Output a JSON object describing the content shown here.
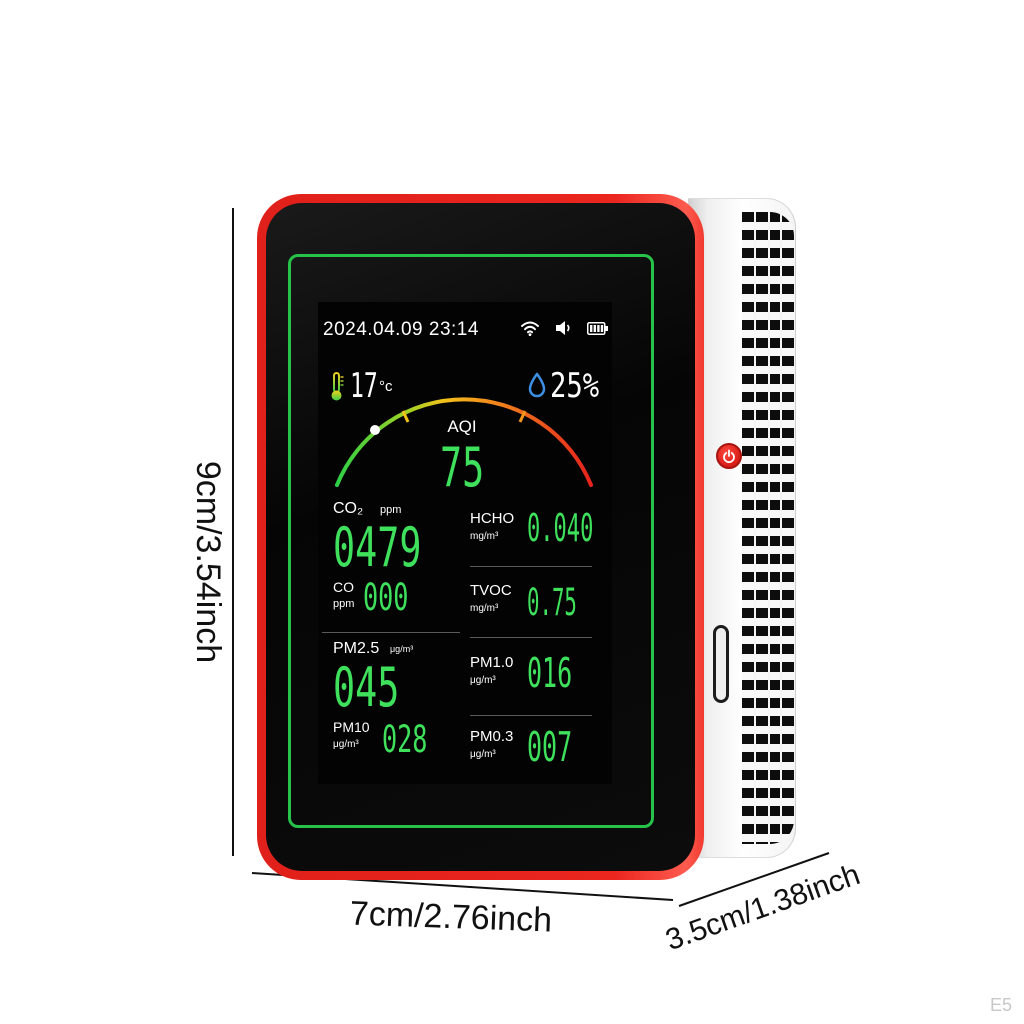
{
  "dimensions": {
    "height": "9cm/3.54inch",
    "width": "7cm/2.76inch",
    "depth": "3.5cm/1.38inch"
  },
  "watermark": "E5",
  "colors": {
    "frame_red": "#e0201a",
    "display_green": "#3ee05c",
    "ring_green": "#27c24a",
    "humidity_blue": "#3d8fe6",
    "power_button_red": "#d81c16"
  },
  "side_controls": {
    "power_button_icon": "power-icon",
    "port": "usb-c-port"
  },
  "screen": {
    "datetime": "2024.04.09 23:14",
    "status_icons": [
      "wifi-icon",
      "speaker-icon",
      "battery-icon"
    ],
    "temperature": {
      "icon": "thermometer-icon",
      "value": "17",
      "unit": "°c"
    },
    "humidity": {
      "icon": "droplet-icon",
      "value": "25%"
    },
    "aqi": {
      "label": "AQI",
      "value": "75"
    },
    "readings": {
      "co2": {
        "label": "CO₂",
        "unit": "ppm",
        "value": "0479"
      },
      "co": {
        "label": "CO",
        "unit": "ppm",
        "value": "000"
      },
      "pm25": {
        "label": "PM2.5",
        "unit": "μg/m³",
        "value": "045"
      },
      "pm10": {
        "label": "PM10",
        "unit": "μg/m³",
        "value": "028"
      },
      "hcho": {
        "label": "HCHO",
        "unit": "mg/m³",
        "value": "0.040"
      },
      "tvoc": {
        "label": "TVOC",
        "unit": "mg/m³",
        "value": "0.75"
      },
      "pm1": {
        "label": "PM1.0",
        "unit": "μg/m³",
        "value": "016"
      },
      "pm03": {
        "label": "PM0.3",
        "unit": "μg/m³",
        "value": "007"
      }
    }
  }
}
